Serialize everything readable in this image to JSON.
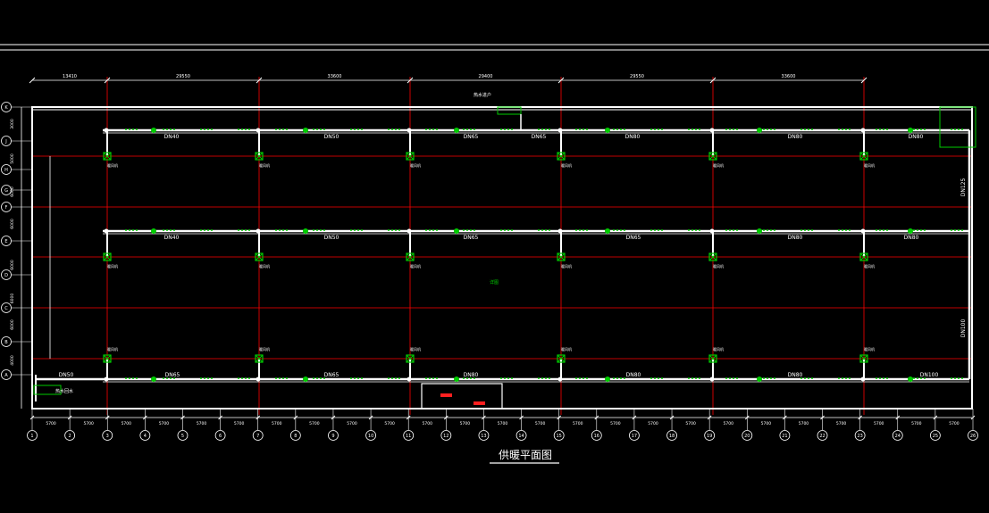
{
  "drawing": {
    "title": "供暖平面图",
    "colors": {
      "background": "#000000",
      "outline": "#ffffff",
      "axis": "#ff0000",
      "equipment": "#00cc00",
      "dimension": "#ffffff",
      "accent": "#ff2020"
    },
    "top_dimensions": [
      "13410",
      "29550",
      "33600",
      "29400",
      "29550",
      "33600"
    ],
    "bottom_dimensions": [
      "5700",
      "5700",
      "5700",
      "5700",
      "5700",
      "5700",
      "5700",
      "5700",
      "5700",
      "5700",
      "5700",
      "5700",
      "5700",
      "5700",
      "5700",
      "5700",
      "5700",
      "5700",
      "5700",
      "5700",
      "5700",
      "5700",
      "5700",
      "5700",
      "5700"
    ],
    "column_axes": [
      "1",
      "2",
      "3",
      "4",
      "5",
      "6",
      "7",
      "8",
      "9",
      "10",
      "11",
      "12",
      "13",
      "14",
      "15",
      "16",
      "17",
      "18",
      "19",
      "20",
      "21",
      "22",
      "23",
      "24",
      "25",
      "26"
    ],
    "row_axes": [
      "K",
      "J",
      "H",
      "G",
      "F",
      "E",
      "D",
      "C",
      "B",
      "A"
    ],
    "left_dimensions": [
      "3000",
      "5000",
      "6000",
      "6000",
      "6000",
      "6000",
      "6000",
      "4000"
    ],
    "pipe_labels_row1": [
      "DN40",
      "DN50",
      "DN65",
      "DN65",
      "DN80",
      "DN80",
      "DN80"
    ],
    "pipe_labels_row2": [
      "DN40",
      "DN50",
      "DN65",
      "DN65",
      "DN80",
      "DN80"
    ],
    "pipe_labels_row3": [
      "DN50",
      "DN65",
      "DN65",
      "DN80",
      "DN80",
      "DN80",
      "DN100"
    ],
    "riser_labels": [
      "DN125",
      "DN100"
    ],
    "unit_label": "暖风机",
    "entry_labels": [
      "热水进户",
      "热水回水"
    ],
    "center_tag": "详图"
  }
}
